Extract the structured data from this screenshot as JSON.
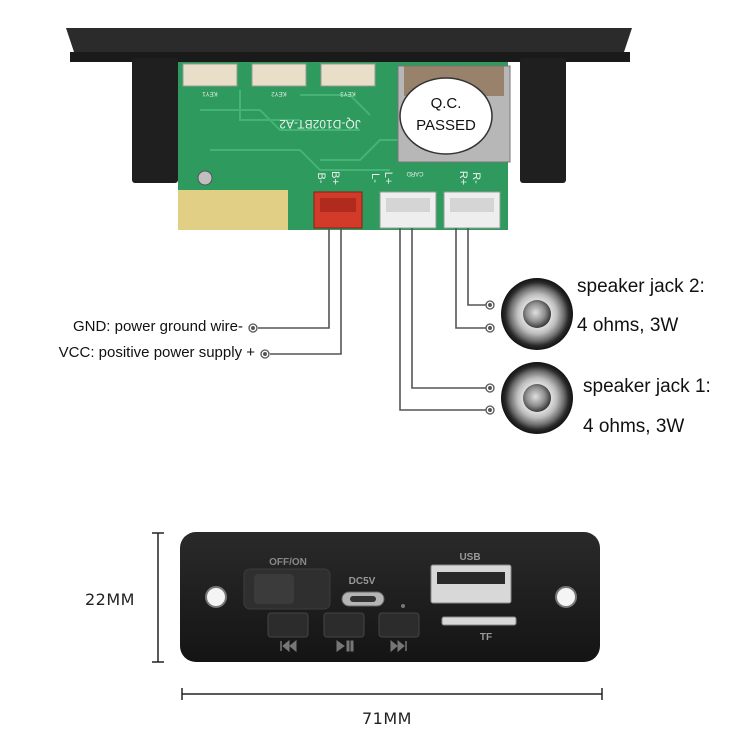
{
  "board": {
    "model_text": "JQ-D102BT-A2",
    "qc_sticker_line1": "Q.C.",
    "qc_sticker_line2": "PASSED",
    "card_label": "CARD",
    "pin_b_plus": "B+",
    "pin_b_minus": "B-",
    "pin_l_plus": "L+",
    "pin_l_minus": "L-",
    "pin_r_plus": "R+",
    "pin_r_minus": "R-",
    "key1_label": "KEY1",
    "key2_label": "KEY2",
    "key3_label": "KEY3"
  },
  "labels": {
    "gnd": "GND: power ground wire-",
    "vcc": "VCC: positive power supply +",
    "speaker2_title": "speaker jack 2:",
    "speaker2_spec": "4 ohms, 3W",
    "speaker1_title": "speaker jack 1:",
    "speaker1_spec": "4 ohms, 3W"
  },
  "panel": {
    "switch_label": "OFF/ON",
    "dc_label": "DC5V",
    "usb_label": "USB",
    "tf_label": "TF",
    "prev_icon": "previous-track-icon",
    "play_icon": "play-pause-icon",
    "next_icon": "next-track-icon"
  },
  "dimensions": {
    "height": "22MM",
    "width": "71MM"
  },
  "colors": {
    "pcb_green": "#2e9a5e",
    "panel_black": "#1e1e1e",
    "connector_red": "#d23a2a",
    "connector_white": "#eeeeee",
    "wire": "#555555"
  }
}
